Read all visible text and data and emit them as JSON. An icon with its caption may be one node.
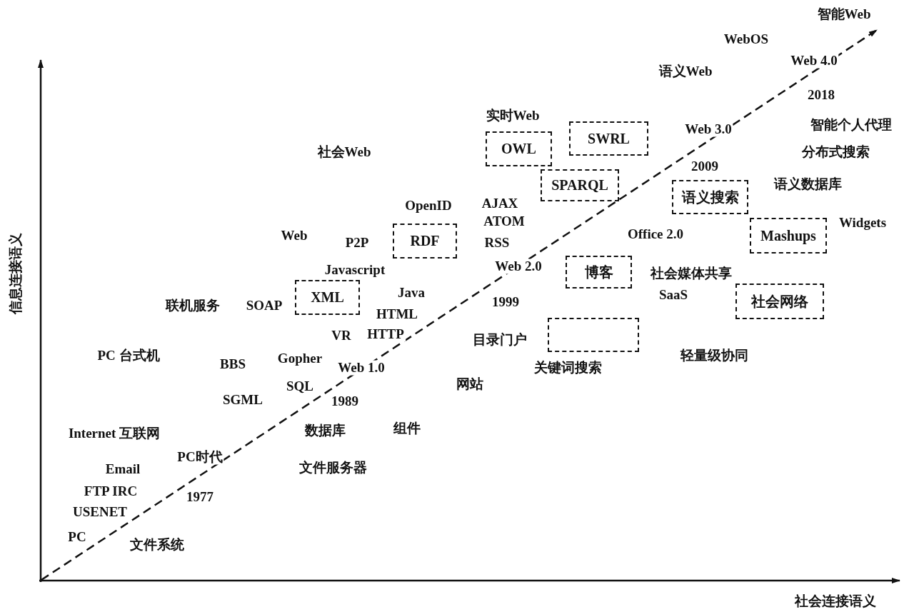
{
  "diagram": {
    "nodes": [
      {
        "text": [
          "OWL"
        ]
      },
      {
        "text": [
          "SWRL"
        ]
      },
      {
        "text": [
          "SPARQL"
        ]
      },
      {
        "text": [
          "RDF"
        ]
      },
      {
        "text": [
          "XML"
        ]
      },
      {
        "text": [
          "语义搜索"
        ]
      },
      {
        "text": [
          "Mashups"
        ]
      },
      {
        "text": [
          "博客"
        ]
      },
      {
        "text": [
          "社会网络"
        ]
      },
      {
        "text": [],
        "shape": "box"
      }
    ],
    "edges": [],
    "labels": [
      "智能Web",
      "WebOS",
      "Web 4.0",
      "语义Web",
      "2018",
      "实时Web",
      "Web 3.0",
      "智能个人代理",
      "社会Web",
      "分布式搜索",
      "2009",
      "语义数据库",
      "OpenID",
      "AJAX",
      "ATOM",
      "Widgets",
      "Web",
      "P2P",
      "Office 2.0",
      "RSS",
      "Javascript",
      "Web 2.0",
      "社会媒体共享",
      "SaaS",
      "联机服务",
      "SOAP",
      "Java",
      "1999",
      "HTML",
      "VR",
      "HTTP",
      "目录门户",
      "PC 台式机",
      "BBS",
      "Gopher",
      "Web 1.0",
      "关键词搜索",
      "轻量级协同",
      "SQL",
      "网站",
      "SGML",
      "1989",
      "Internet 互联网",
      "数据库",
      "组件",
      "PC时代",
      "Email",
      "文件服务器",
      "FTP IRC",
      "1977",
      "USENET",
      "PC",
      "文件系统",
      "信息连接语义",
      "社会连接语义"
    ]
  }
}
